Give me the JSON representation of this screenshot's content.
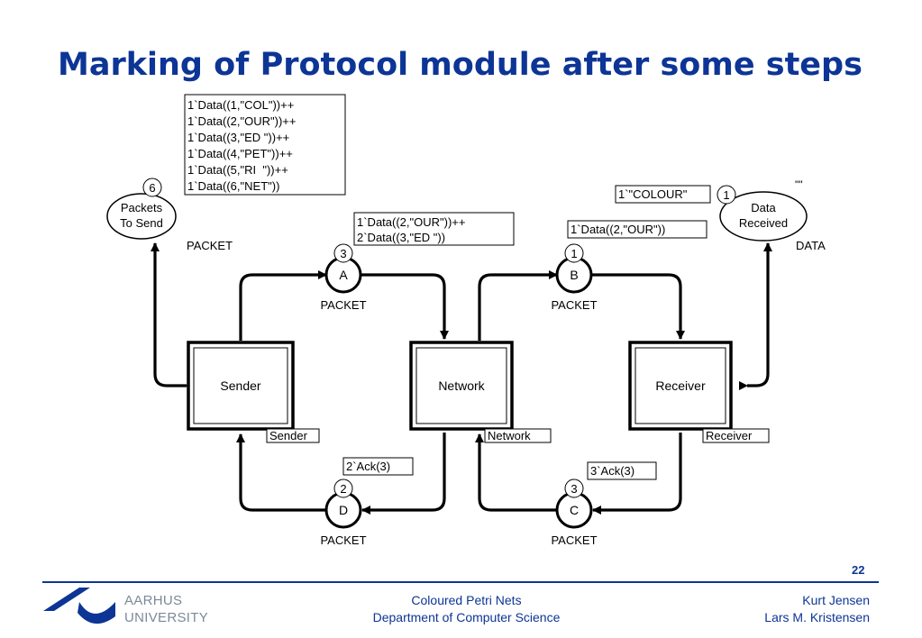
{
  "title": "Marking of Protocol module after some steps",
  "places": {
    "packets_to_send": {
      "name_line1": "Packets",
      "name_line2": "To Send",
      "type": "PACKET",
      "count": "6",
      "marking": [
        "1`Data((1,\"COL\"))++",
        "1`Data((2,\"OUR\"))++",
        "1`Data((3,\"ED \"))++",
        "1`Data((4,\"PET\"))++",
        "1`Data((5,\"RI  \"))++",
        "1`Data((6,\"NET\"))"
      ]
    },
    "data_received": {
      "name_line1": "Data",
      "name_line2": "Received",
      "type": "DATA",
      "count": "1",
      "initial": "\"\"",
      "marking": [
        "1`\"COLOUR\""
      ]
    },
    "a": {
      "name": "A",
      "type": "PACKET",
      "count": "3",
      "marking": [
        "1`Data((2,\"OUR\"))++",
        "2`Data((3,\"ED \"))"
      ]
    },
    "b": {
      "name": "B",
      "type": "PACKET",
      "count": "1",
      "marking": [
        "1`Data((2,\"OUR\"))"
      ]
    },
    "c": {
      "name": "C",
      "type": "PACKET",
      "count": "3",
      "marking": [
        "3`Ack(3)"
      ]
    },
    "d": {
      "name": "D",
      "type": "PACKET",
      "count": "2",
      "marking": [
        "2`Ack(3)"
      ]
    }
  },
  "transitions": {
    "sender": {
      "name": "Sender",
      "tag": "Sender"
    },
    "network": {
      "name": "Network",
      "tag": "Network"
    },
    "receiver": {
      "name": "Receiver",
      "tag": "Receiver"
    }
  },
  "footer": {
    "page": "22",
    "university_line1": "AARHUS",
    "university_line2": "UNIVERSITY",
    "center_line1": "Coloured Petri Nets",
    "center_line2": "Department of Computer Science",
    "right_line1": "Kurt Jensen",
    "right_line2": "Lars M. Kristensen"
  }
}
